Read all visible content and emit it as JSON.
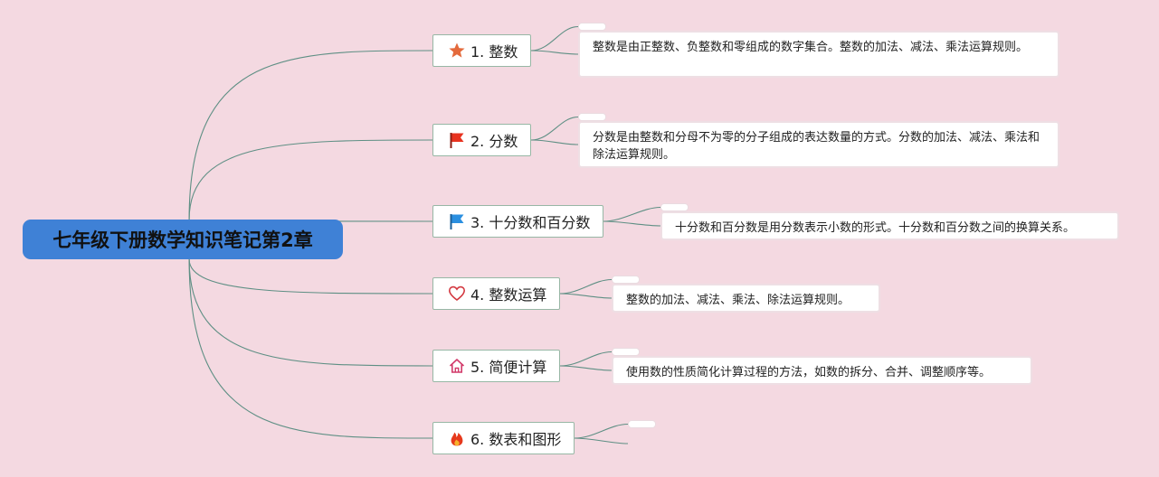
{
  "root": {
    "label": "七年级下册数学知识笔记第2章"
  },
  "topics": [
    {
      "label": "1. 整数",
      "icon": "star-icon",
      "icon_color": "#e46a3c",
      "note": "整数是由正整数、负整数和零组成的数字集合。整数的加法、减法、乘法运算规则。"
    },
    {
      "label": "2. 分数",
      "icon": "red-flag-icon",
      "icon_color": "#e8321f",
      "note": "分数是由整数和分母不为零的分子组成的表达数量的方式。分数的加法、减法、乘法和除法运算规则。"
    },
    {
      "label": "3. 十分数和百分数",
      "icon": "blue-flag-icon",
      "icon_color": "#2a8fe0",
      "note": "十分数和百分数是用分数表示小数的形式。十分数和百分数之间的换算关系。"
    },
    {
      "label": "4. 整数运算",
      "icon": "heart-icon",
      "icon_color": "#d3373f",
      "note": "整数的加法、减法、乘法、除法运算规则。"
    },
    {
      "label": "5. 简便计算",
      "icon": "home-icon",
      "icon_color": "#d23a6a",
      "note": "使用数的性质简化计算过程的方法，如数的拆分、合并、调整顺序等。"
    },
    {
      "label": "6. 数表和图形",
      "icon": "flame-icon",
      "icon_color": "#e6391c",
      "note": ""
    }
  ],
  "colors": {
    "background": "#f4d9e1",
    "root": "#3f81d6",
    "link": "#5e8f84"
  }
}
